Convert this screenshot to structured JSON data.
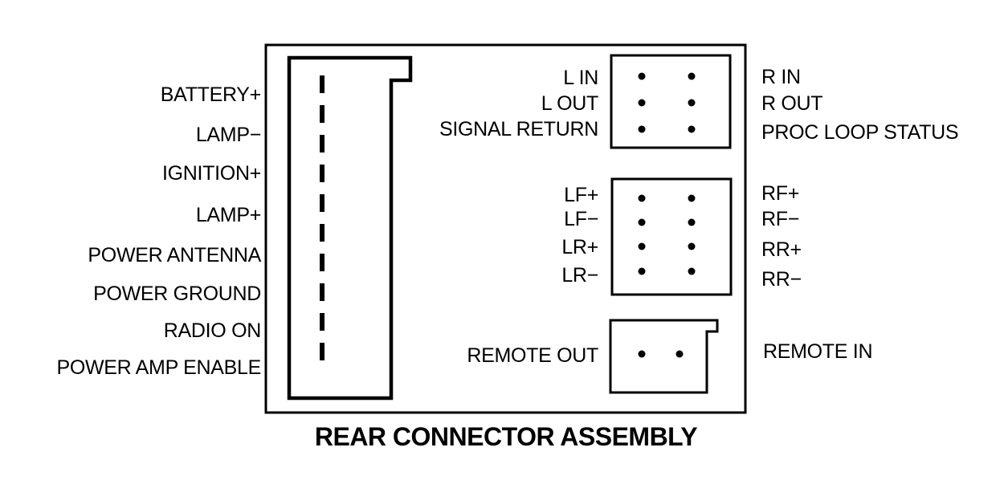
{
  "title": "REAR CONNECTOR ASSEMBLY",
  "left_connector": {
    "labels": [
      "BATTERY+",
      "LAMP−",
      "IGNITION+",
      "LAMP+",
      "POWER ANTENNA",
      "POWER GROUND",
      "RADIO ON",
      "POWER AMP ENABLE"
    ]
  },
  "audio_io_block": {
    "left_labels": [
      "L IN",
      "L OUT",
      "SIGNAL RETURN"
    ],
    "right_labels": [
      "R IN",
      "R OUT",
      "PROC LOOP STATUS"
    ]
  },
  "speaker_block": {
    "left_labels": [
      "LF+",
      "LF−",
      "LR+",
      "LR−"
    ],
    "right_labels": [
      "RF+",
      "RF−",
      "RR+",
      "RR−"
    ]
  },
  "remote_block": {
    "left_labels": [
      "REMOTE OUT"
    ],
    "right_labels": [
      "REMOTE IN"
    ]
  }
}
